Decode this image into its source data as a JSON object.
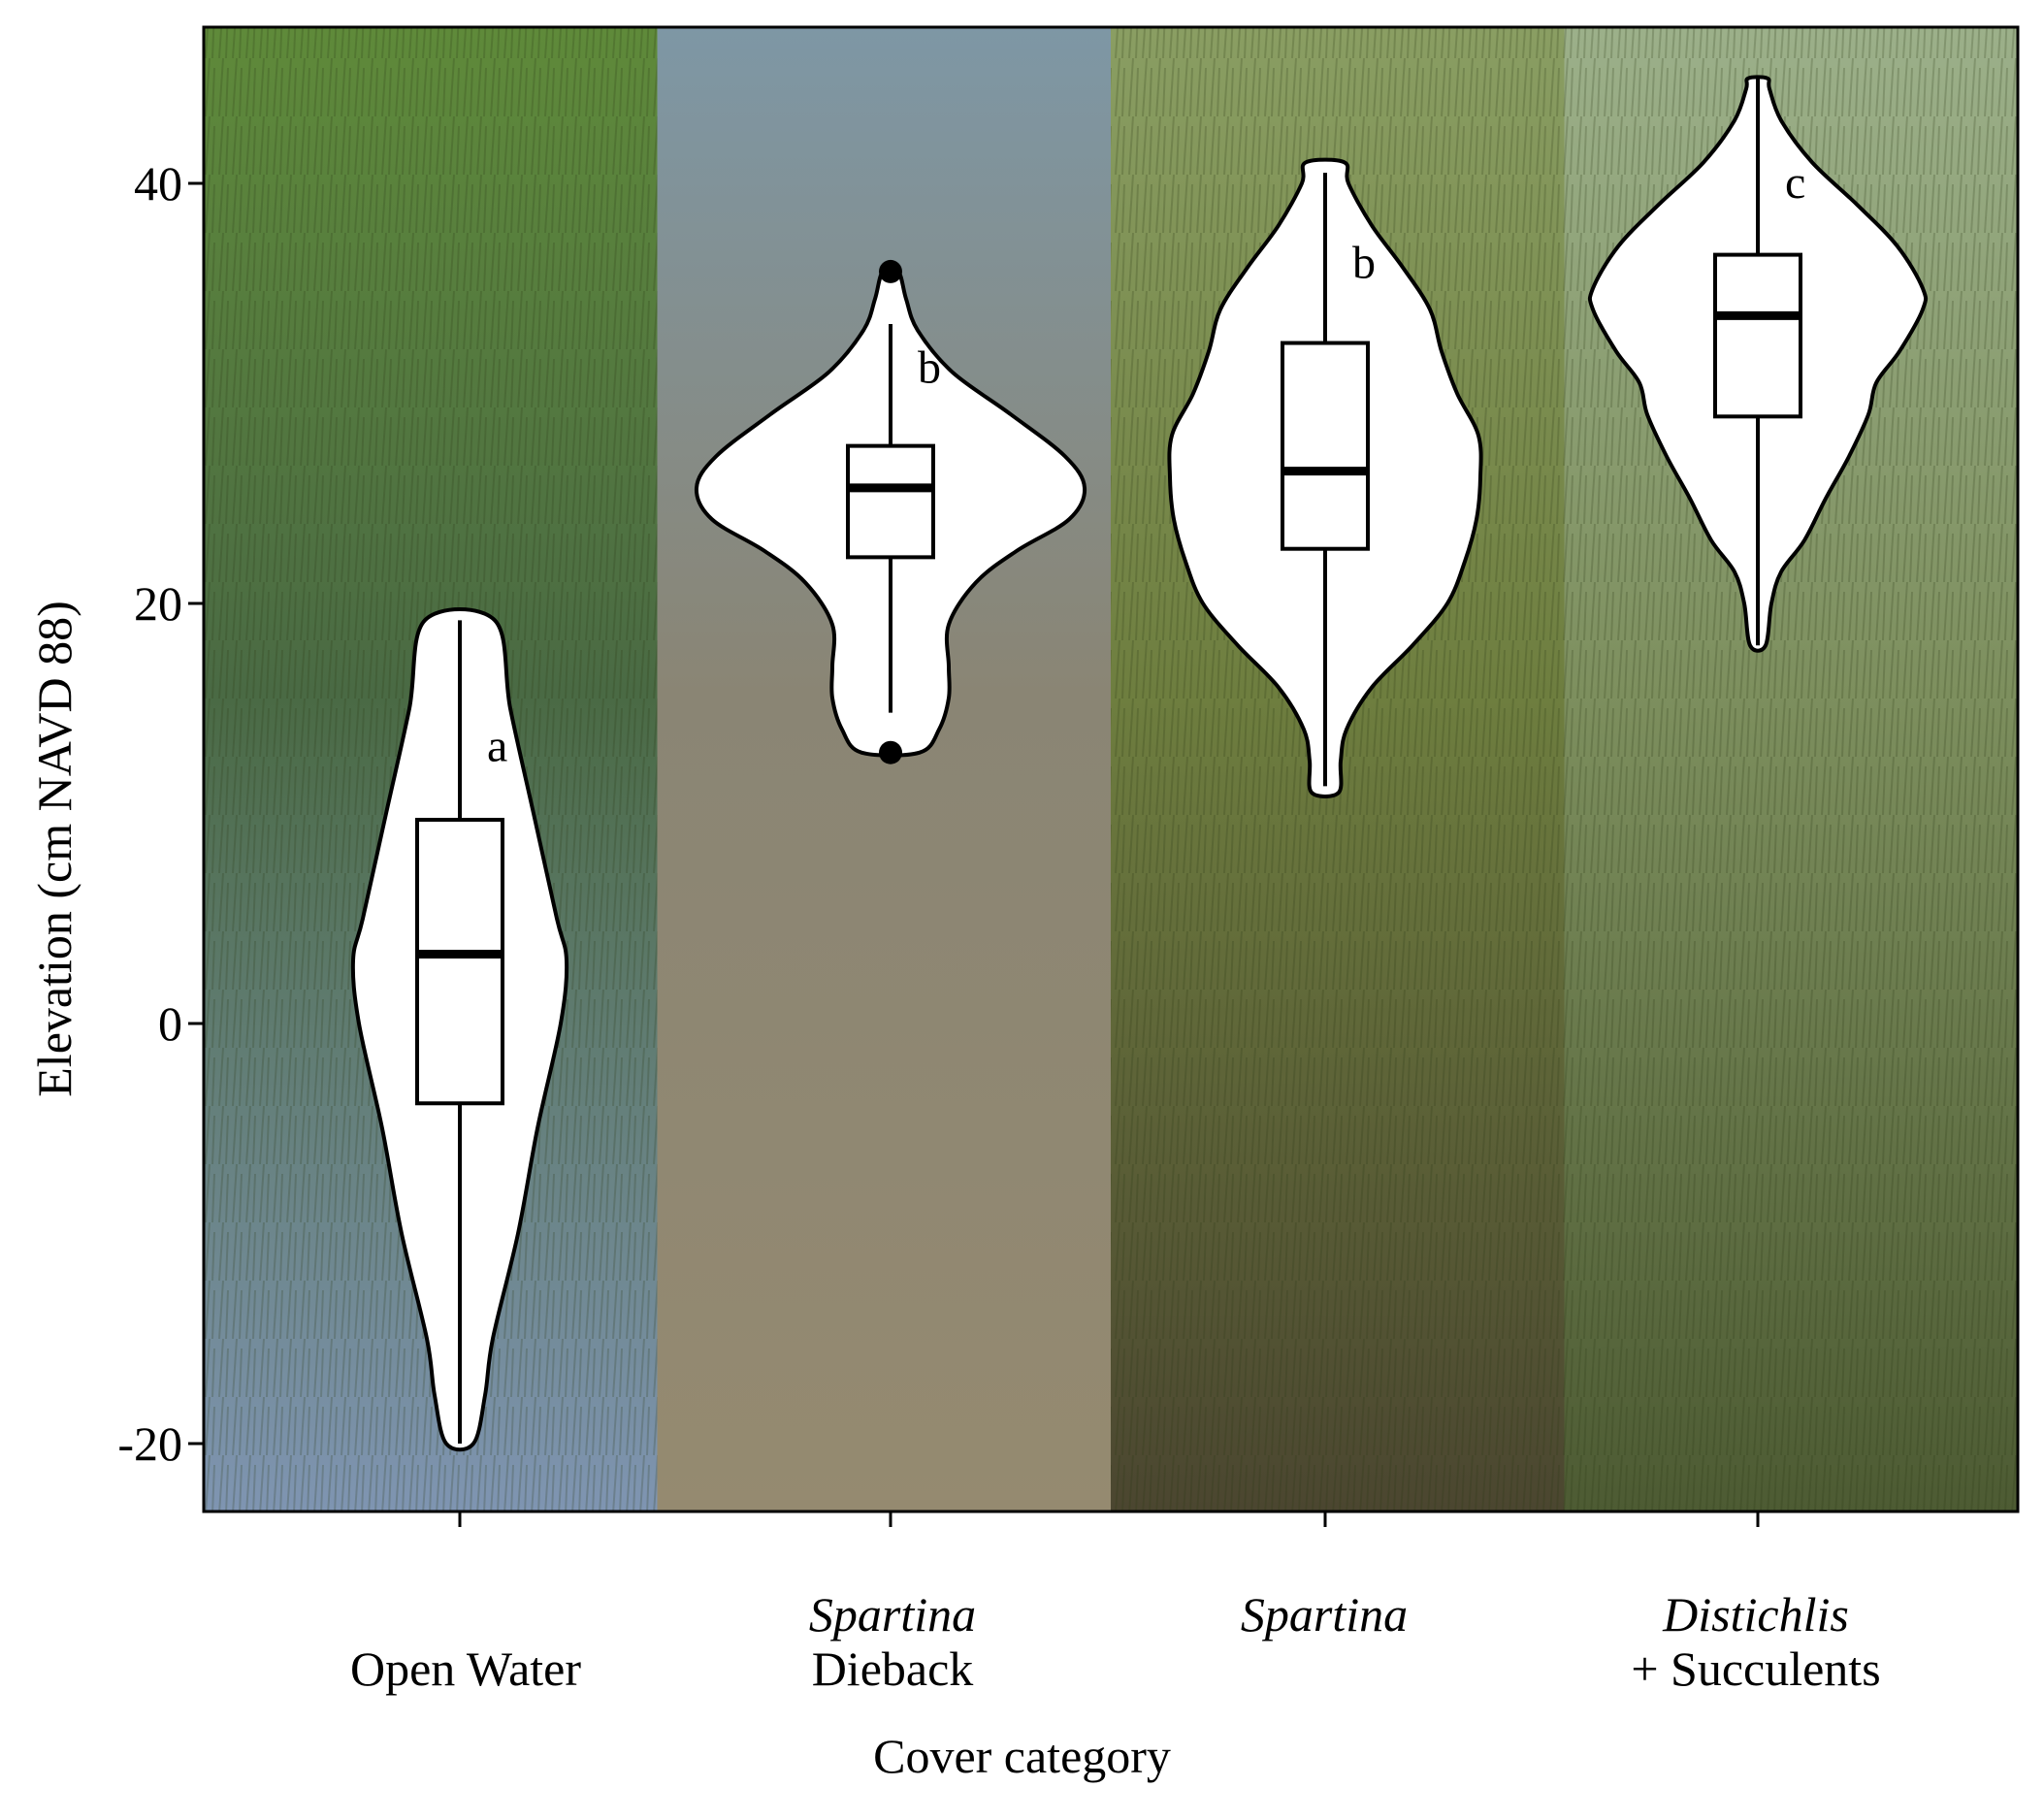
{
  "chart_data": {
    "type": "violin",
    "title": "",
    "xlabel": "Cover category",
    "ylabel": "Elevation (cm NAVD 88)",
    "ylim": [
      -23,
      47
    ],
    "yticks": [
      -20,
      0,
      20,
      40
    ],
    "ytick_labels": [
      "-20",
      "0",
      "20",
      "40"
    ],
    "grid": false,
    "legend": "none",
    "categories": [
      {
        "italic": "",
        "roman": "Open Water"
      },
      {
        "italic": "Spartina",
        "roman": "Dieback"
      },
      {
        "italic": "Spartina",
        "roman": ""
      },
      {
        "italic": "Distichlis",
        "roman": "+ Succulents"
      }
    ],
    "panel_backgrounds": [
      "open-water-photo",
      "mudflat-dieback-photo",
      "spartina-grass-photo",
      "distichlis-marsh-photo"
    ],
    "panel_colors": [
      {
        "top": "#5f8a3a",
        "mid": "#4a6a44",
        "bottom": "#7f95b2"
      },
      {
        "top": "#7e97a5",
        "mid": "#8a8574",
        "bottom": "#958a70"
      },
      {
        "top": "#8a9e63",
        "mid": "#6e7e3f",
        "bottom": "#4b4630"
      },
      {
        "top": "#9cb08a",
        "mid": "#7d8f5e",
        "bottom": "#4d5b33"
      }
    ],
    "series": [
      {
        "letter": "a",
        "box": {
          "q1": -3.8,
          "median": 3.3,
          "q3": 9.7
        },
        "whisker": [
          -20,
          19.2
        ],
        "outliers": [],
        "violin": {
          "y": [
            -20,
            -17.7,
            -15,
            -10,
            -5,
            0,
            3,
            5,
            10,
            15,
            19.2
          ],
          "w": [
            0.07,
            0.13,
            0.17,
            0.3,
            0.4,
            0.52,
            0.55,
            0.5,
            0.38,
            0.26,
            0.18
          ]
        },
        "letter_y": 12.5
      },
      {
        "letter": "b",
        "box": {
          "q1": 22.2,
          "median": 25.5,
          "q3": 27.5
        },
        "whisker": [
          14.8,
          33.3
        ],
        "outliers": [
          12.9,
          35.8
        ],
        "violin": {
          "y": [
            12.9,
            14,
            15.5,
            17,
            19,
            21,
            22.5,
            24,
            25.5,
            27,
            29,
            31,
            33,
            34.5,
            35.8
          ],
          "w": [
            0.15,
            0.25,
            0.3,
            0.3,
            0.3,
            0.44,
            0.65,
            0.92,
            1.0,
            0.9,
            0.62,
            0.32,
            0.14,
            0.08,
            0.04
          ]
        },
        "letter_y": 30.5
      },
      {
        "letter": "b",
        "box": {
          "q1": 22.6,
          "median": 26.3,
          "q3": 32.4
        },
        "whisker": [
          11.3,
          40.5
        ],
        "outliers": [],
        "violin": {
          "y": [
            11,
            12.5,
            14,
            16,
            18,
            20,
            22,
            24,
            26,
            28,
            30,
            32,
            34,
            36,
            38,
            40,
            41
          ],
          "w": [
            0.07,
            0.08,
            0.11,
            0.24,
            0.45,
            0.63,
            0.72,
            0.78,
            0.8,
            0.79,
            0.68,
            0.6,
            0.54,
            0.4,
            0.24,
            0.12,
            0.1
          ]
        },
        "letter_y": 35.5
      },
      {
        "letter": "c",
        "box": {
          "q1": 28.9,
          "median": 33.7,
          "q3": 36.6
        },
        "whisker": [
          18,
          45
        ],
        "outliers": [],
        "violin": {
          "y": [
            18,
            20,
            21.5,
            23,
            25,
            27,
            29,
            30.5,
            32,
            34,
            35,
            37,
            39,
            41,
            43,
            44.5,
            45
          ],
          "w": [
            0.04,
            0.07,
            0.12,
            0.24,
            0.35,
            0.47,
            0.57,
            0.61,
            0.73,
            0.85,
            0.85,
            0.72,
            0.51,
            0.28,
            0.12,
            0.06,
            0.05
          ]
        },
        "letter_y": 39.3
      }
    ]
  }
}
